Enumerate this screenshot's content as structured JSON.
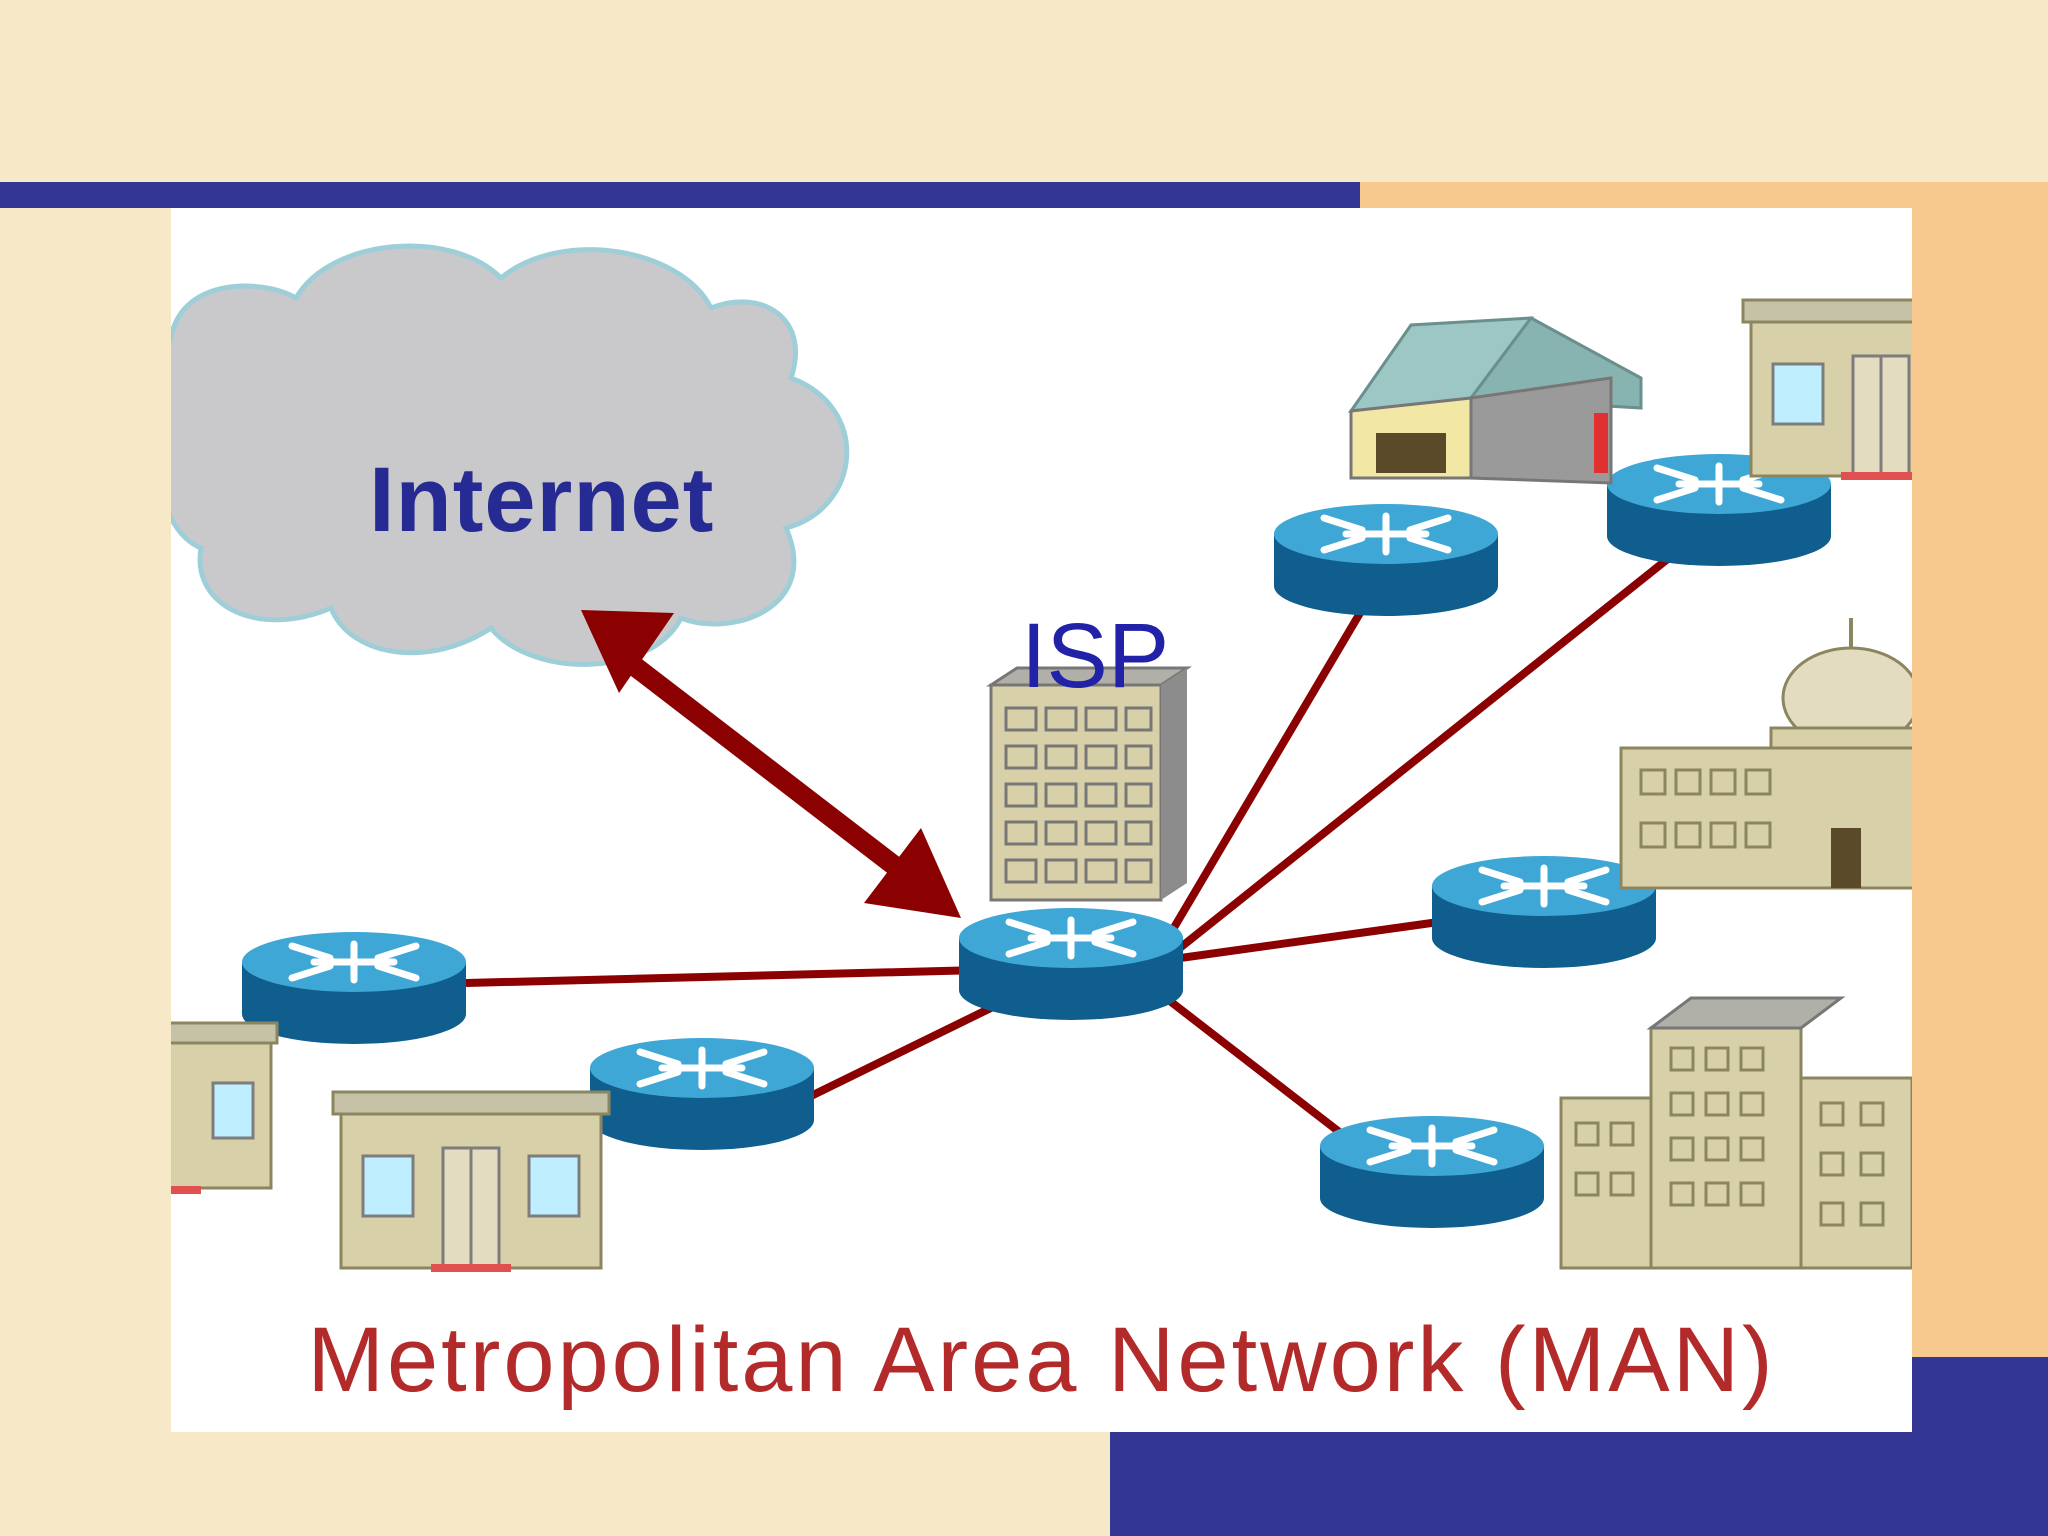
{
  "labels": {
    "internet": "Internet",
    "isp": "ISP",
    "caption": "Metropolitan Area Network (MAN)"
  },
  "colors": {
    "background": "#f7e9c8",
    "accent_blue": "#343694",
    "accent_orange": "#f7c98e",
    "link": "#8b0000",
    "router_top": "#3fa7d6",
    "router_side": "#0f5e8e",
    "cloud": "#c9c9cb",
    "label_blue": "#262b93",
    "caption_red": "#b22a2a"
  },
  "icons": [
    "cloud-icon",
    "isp-building-icon",
    "router-icon",
    "house-icon",
    "shop-icon",
    "government-building-icon",
    "office-building-icon"
  ]
}
